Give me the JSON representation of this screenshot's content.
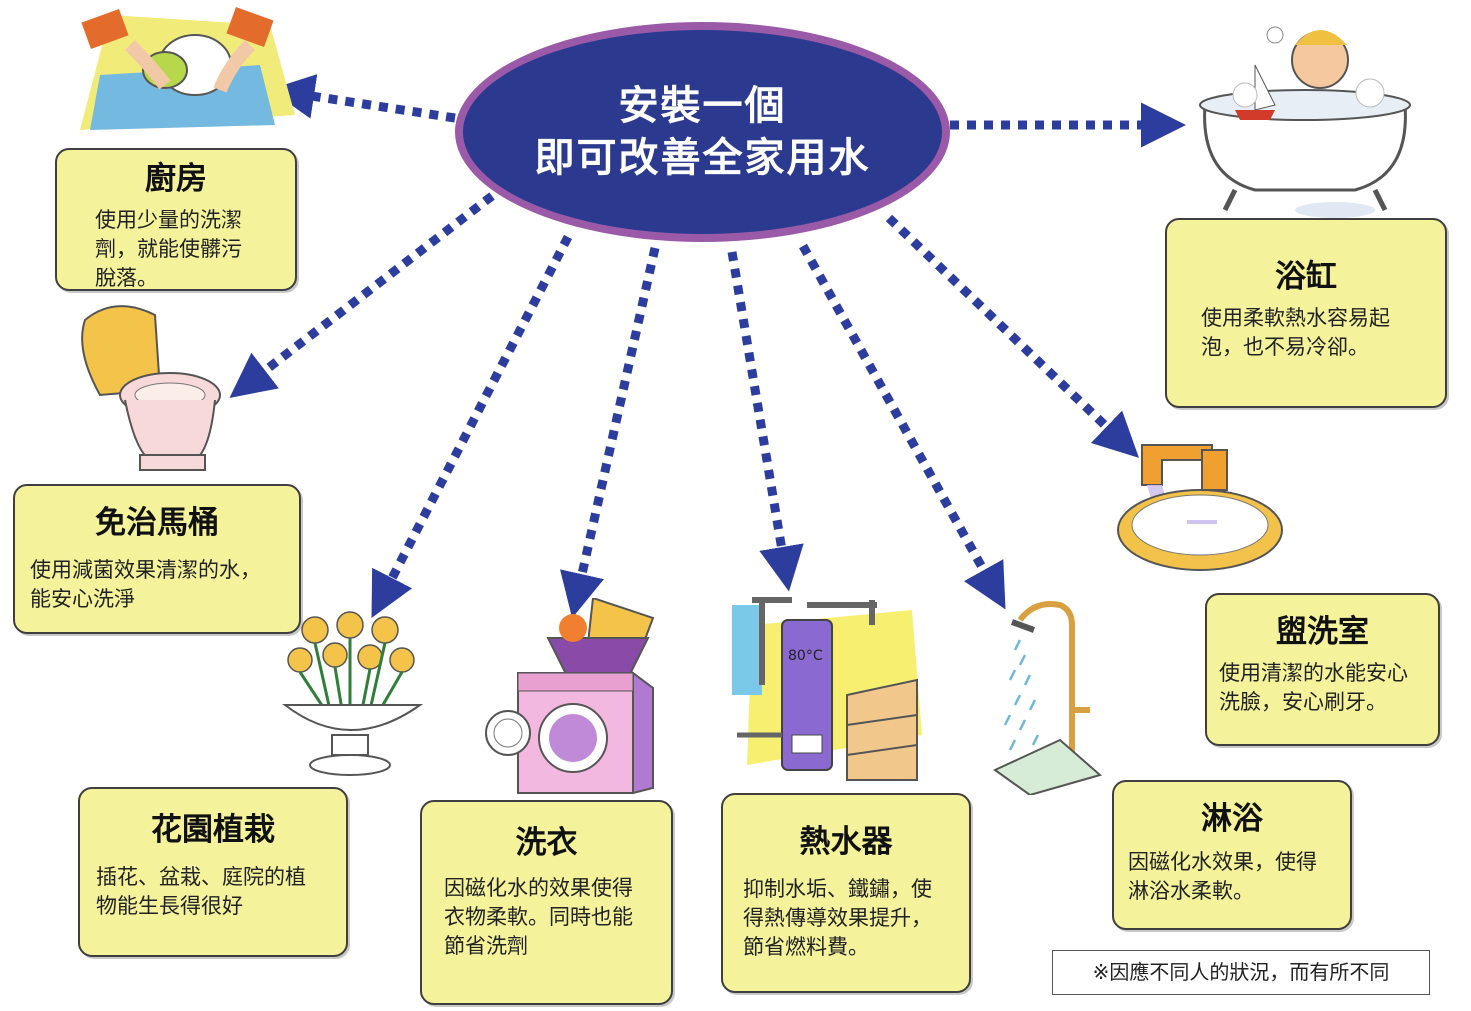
{
  "hub": {
    "line1": "安裝一個",
    "line2": "即可改善全家用水"
  },
  "colors": {
    "hub_fill": "#2b3a8f",
    "hub_border": "#9a5aa8",
    "card_fill": "#f4f39b",
    "arrow": "#2d3d9e"
  },
  "cards": {
    "kitchen": {
      "title": "廚房",
      "lines": [
        "使用少量的洗潔",
        "劑，就能使髒污",
        "脫落。"
      ],
      "icon": "dishwashing-icon"
    },
    "bathtub": {
      "title": "浴缸",
      "lines": [
        "使用柔軟熱水容易起",
        "泡，也不易冷卻。"
      ],
      "icon": "bathtub-icon"
    },
    "toilet": {
      "title": "免治馬桶",
      "lines": [
        "使用減菌效果清潔的水，",
        "能安心洗淨"
      ],
      "icon": "toilet-icon"
    },
    "washroom": {
      "title": "盥洗室",
      "lines": [
        "使用清潔的水能安心",
        "洗臉，安心刷牙。"
      ],
      "icon": "washbasin-icon"
    },
    "garden": {
      "title": "花園植栽",
      "lines": [
        "插花、盆栽、庭院的植",
        "物能生長得很好"
      ],
      "icon": "flower-bowl-icon"
    },
    "laundry": {
      "title": "洗衣",
      "lines": [
        "因磁化水的效果使得",
        "衣物柔軟。同時也能",
        "節省洗劑"
      ],
      "icon": "washing-machine-icon"
    },
    "heater": {
      "title": "熱水器",
      "lines": [
        "抑制水垢、鐵鏽，使",
        "得熱傳導效果提升，",
        "節省燃料費。"
      ],
      "icon": "water-heater-icon",
      "temp_label": "80°C"
    },
    "shower": {
      "title": "淋浴",
      "lines": [
        "因磁化水效果，使得",
        "淋浴水柔軟。"
      ],
      "icon": "shower-icon"
    }
  },
  "note": "※因應不同人的狀況，而有所不同"
}
